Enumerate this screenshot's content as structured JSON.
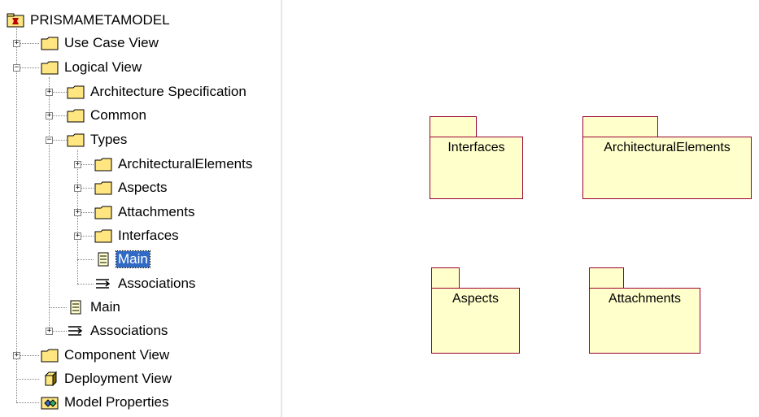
{
  "tree": {
    "root": {
      "label": "PRISMAMETAMODEL",
      "icon": "model-root-icon"
    },
    "items": [
      {
        "label": "Use Case View",
        "icon": "folder-icon",
        "expander": "+"
      },
      {
        "label": "Logical View",
        "icon": "folder-icon",
        "expander": "−"
      },
      {
        "label": "Architecture Specification",
        "icon": "folder-icon",
        "expander": "+"
      },
      {
        "label": "Common",
        "icon": "folder-icon",
        "expander": "+"
      },
      {
        "label": "Types",
        "icon": "folder-icon",
        "expander": "−"
      },
      {
        "label": "ArchitecturalElements",
        "icon": "folder-icon",
        "expander": "+"
      },
      {
        "label": "Aspects",
        "icon": "folder-icon",
        "expander": "+"
      },
      {
        "label": "Attachments",
        "icon": "folder-icon",
        "expander": "+"
      },
      {
        "label": "Interfaces",
        "icon": "folder-icon",
        "expander": "+"
      },
      {
        "label": "Main",
        "icon": "class-diagram-icon",
        "selected": true
      },
      {
        "label": "Associations",
        "icon": "associations-icon"
      },
      {
        "label": "Main",
        "icon": "class-diagram-icon"
      },
      {
        "label": "Associations",
        "icon": "associations-icon",
        "expander": "+"
      },
      {
        "label": "Component View",
        "icon": "folder-icon",
        "expander": "+"
      },
      {
        "label": "Deployment View",
        "icon": "deployment-icon"
      },
      {
        "label": "Model Properties",
        "icon": "model-properties-icon"
      }
    ]
  },
  "diagram": {
    "packages": [
      {
        "name": "Interfaces"
      },
      {
        "name": "ArchitecturalElements"
      },
      {
        "name": "Aspects"
      },
      {
        "name": "Attachments"
      }
    ]
  },
  "colors": {
    "folder_fill": "#ffe680",
    "package_fill": "#ffffcc",
    "package_border": "#990033",
    "selection": "#316ac5"
  }
}
